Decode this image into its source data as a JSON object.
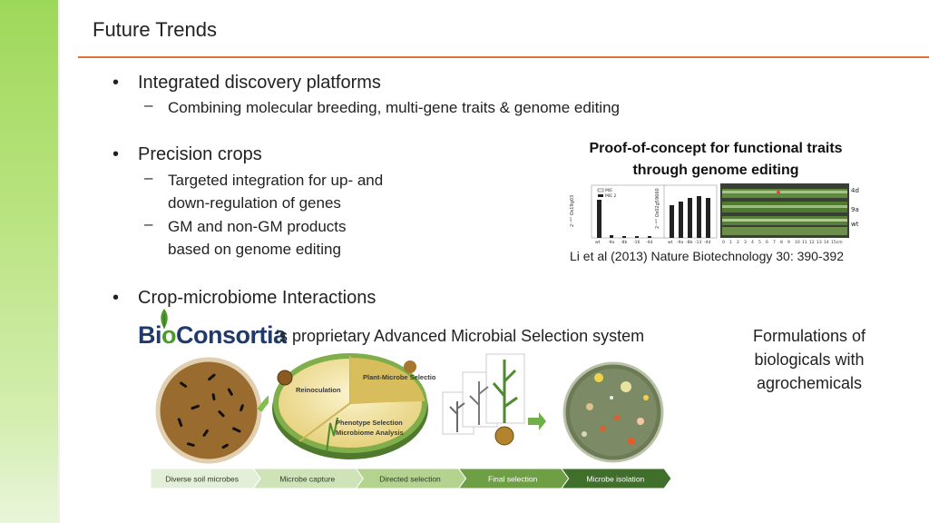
{
  "slide": {
    "title": "Future Trends",
    "bullets": [
      {
        "text": "Integrated discovery platforms",
        "sub": [
          "Combining molecular breeding, multi-gene traits & genome editing"
        ]
      },
      {
        "text": "Precision crops",
        "sub": [
          "Targeted integration for up- and",
          "down-regulation of genes",
          "GM and non-GM products",
          "based on genome editing"
        ]
      },
      {
        "text": "Crop-microbiome Interactions",
        "sub": []
      }
    ],
    "bullet_char": "•",
    "dash_char": "–"
  },
  "proof_figure": {
    "title_line1": "Proof-of-concept for functional traits",
    "title_line2": "through genome editing",
    "citation": "Li et al (2013) Nature Biotechnology 30: 390-392",
    "legend_a": [
      "MIE",
      "MIE 2"
    ],
    "x_ticks_a": [
      "wt",
      "-9a",
      "-8b",
      "-16",
      "-4d"
    ],
    "x_ticks_b": [
      "wt",
      "-9a",
      "-8b",
      "-13",
      "-4d"
    ],
    "leaf_labels": [
      "4d",
      "9a",
      "wt"
    ],
    "scale_ticks": [
      "0",
      "1",
      "2",
      "3",
      "4",
      "5",
      "6",
      "7",
      "8",
      "9",
      "10",
      "11",
      "12",
      "13",
      "14",
      "15cm"
    ]
  },
  "bioconsortia": {
    "logo_prefix": "Bi",
    "logo_o": "o",
    "logo_suffix": "Consortia",
    "tagline": "‘s proprietary Advanced Microbial Selection system",
    "cycle_labels": {
      "plant_microbe": "Plant-Microbe Selection",
      "reinoculation": "Reinoculation",
      "phenotype": "Phenotype Selection",
      "microbiome": "Microbiome Analysis"
    },
    "pipeline_steps": [
      "Diverse soil microbes",
      "Microbe capture",
      "Directed selection",
      "Final selection",
      "Microbe isolation"
    ],
    "pipeline_colors": [
      "#e4efd9",
      "#cfe3b8",
      "#b3d38f",
      "#6f9f45",
      "#3f6f2a"
    ]
  },
  "formulations": {
    "line1": "Formulations of",
    "line2": "biologicals with",
    "line3": "agrochemicals"
  }
}
